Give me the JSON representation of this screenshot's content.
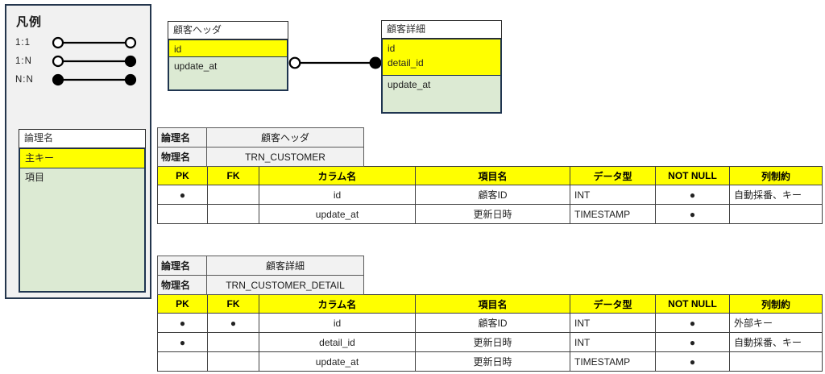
{
  "colors": {
    "highlight_yellow": "#ffff00",
    "field_green": "#dcead3",
    "cell_gray": "#f2f2f2",
    "entity_border": "#1f3550",
    "legend_bg": "#f1f1f1"
  },
  "legend": {
    "title": "凡例",
    "relations": [
      {
        "label": "1:1",
        "left_end": "open",
        "right_end": "open"
      },
      {
        "label": "1:N",
        "left_end": "open",
        "right_end": "filled"
      },
      {
        "label": "N:N",
        "left_end": "filled",
        "right_end": "filled"
      }
    ],
    "entity_sample": {
      "title": "論理名",
      "primary_key": "主キー",
      "item": "項目"
    }
  },
  "diagram": {
    "entities": [
      {
        "title": "顧客ヘッダ",
        "key_fields": [
          "id"
        ],
        "fields": [
          "update_at"
        ]
      },
      {
        "title": "顧客詳細",
        "key_fields": [
          "id",
          "detail_id"
        ],
        "fields": [
          "update_at"
        ]
      }
    ],
    "relation_type": "1:N"
  },
  "tables": [
    {
      "logical_name_label": "論理名",
      "logical_name": "顧客ヘッダ",
      "physical_name_label": "物理名",
      "physical_name": "TRN_CUSTOMER",
      "columns": [
        "PK",
        "FK",
        "カラム名",
        "項目名",
        "データ型",
        "NOT NULL",
        "列制約"
      ],
      "rows": [
        {
          "pk": "●",
          "fk": "",
          "column": "id",
          "item": "顧客ID",
          "type": "INT",
          "not_null": "●",
          "constraint": "自動採番、キー"
        },
        {
          "pk": "",
          "fk": "",
          "column": "update_at",
          "item": "更新日時",
          "type": "TIMESTAMP",
          "not_null": "●",
          "constraint": ""
        }
      ]
    },
    {
      "logical_name_label": "論理名",
      "logical_name": "顧客詳細",
      "physical_name_label": "物理名",
      "physical_name": "TRN_CUSTOMER_DETAIL",
      "columns": [
        "PK",
        "FK",
        "カラム名",
        "項目名",
        "データ型",
        "NOT NULL",
        "列制約"
      ],
      "rows": [
        {
          "pk": "●",
          "fk": "●",
          "column": "id",
          "item": "顧客ID",
          "type": "INT",
          "not_null": "●",
          "constraint": "外部キー"
        },
        {
          "pk": "●",
          "fk": "",
          "column": "detail_id",
          "item": "更新日時",
          "type": "INT",
          "not_null": "●",
          "constraint": "自動採番、キー"
        },
        {
          "pk": "",
          "fk": "",
          "column": "update_at",
          "item": "更新日時",
          "type": "TIMESTAMP",
          "not_null": "●",
          "constraint": ""
        }
      ]
    }
  ]
}
